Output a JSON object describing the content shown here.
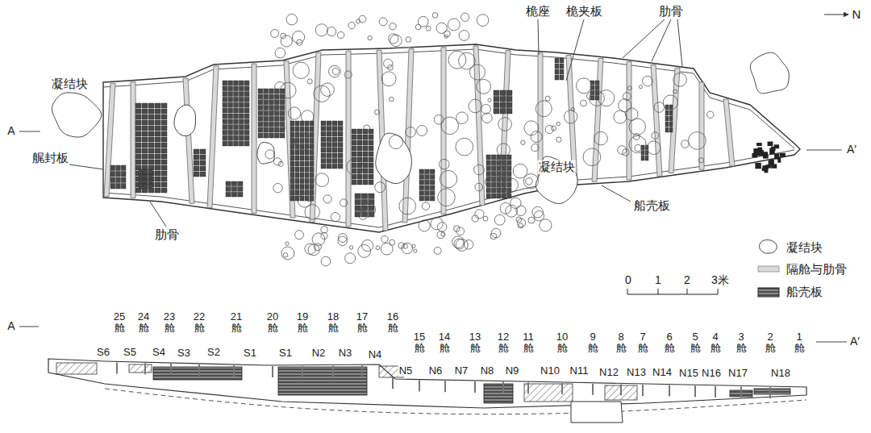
{
  "diagram": {
    "labels": [
      "N",
      "桅座",
      "桅夹板",
      "肋骨",
      "凝结块",
      "A",
      "艉封板",
      "肋骨",
      "凝结块",
      "船壳板",
      "A′",
      "0",
      "1",
      "2",
      "3米",
      "A",
      "A′",
      "25 舱",
      "24 舱",
      "23 舱",
      "22 舱",
      "21 舱",
      "20 舱",
      "19 舱",
      "18 舱",
      "17 舱",
      "16 舱",
      "15 舱",
      "14 舱",
      "13 舱",
      "12 舱",
      "11 舱",
      "10 舱",
      "9 舱",
      "8 舱",
      "7 舱",
      "6 舱",
      "5 舱",
      "4 舱",
      "3 舱",
      "2 舱",
      "1 舱",
      "S6",
      "S5",
      "S4",
      "S3",
      "S2",
      "S1",
      "S1",
      "N2",
      "N3",
      "N4",
      "N5",
      "N6",
      "N7",
      "N8",
      "N9",
      "N10",
      "N11",
      "N12",
      "N13",
      "N14",
      "N15",
      "N16",
      "N17",
      "N18"
    ],
    "legend": [
      {
        "text": "凝结块"
      },
      {
        "text": "隔舱与肋骨",
        "color": "#d9d9d9"
      },
      {
        "text": "船壳板"
      }
    ]
  }
}
